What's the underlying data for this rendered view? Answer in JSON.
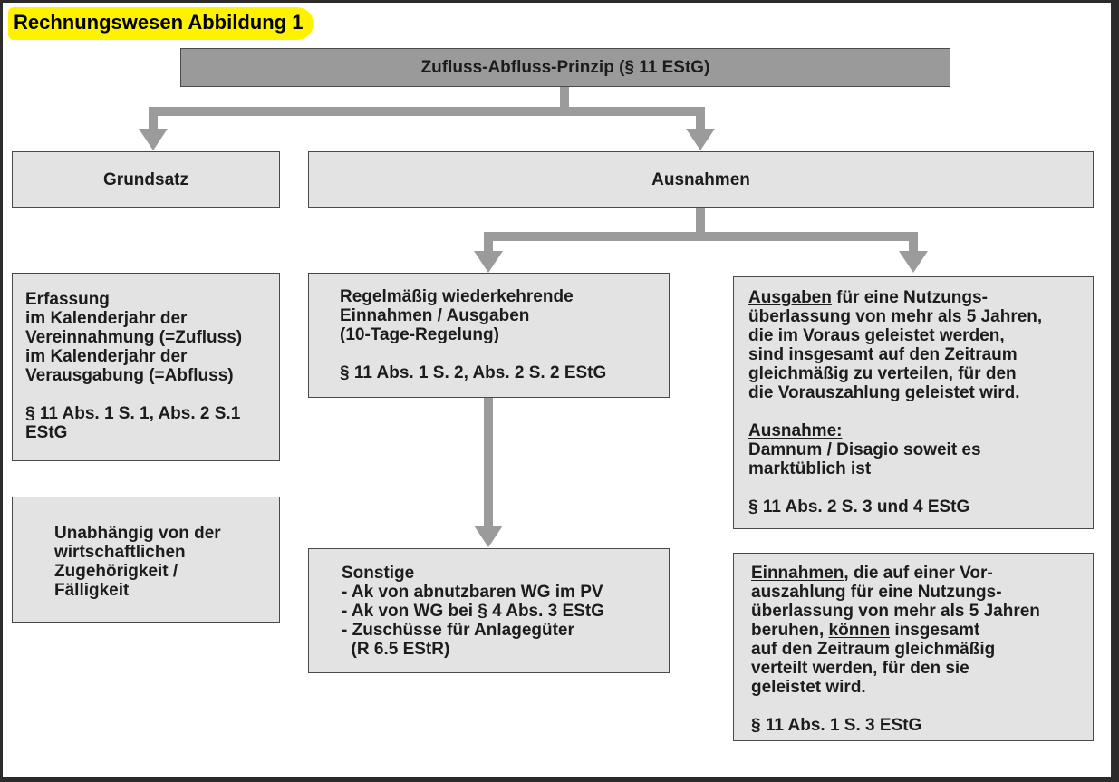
{
  "title": "Rechnungswesen Abbildung 1",
  "root": "Zufluss-Abfluss-Prinzip (§ 11 EStG)",
  "grundsatz": {
    "header": "Grundsatz",
    "erfassung": {
      "lines": [
        "Erfassung",
        "im Kalenderjahr der",
        "Vereinnahmung (=Zufluss)",
        "im Kalenderjahr der",
        "Verausgabung (=Abfluss)"
      ],
      "ref_lines": [
        "§ 11 Abs. 1 S. 1, Abs. 2 S.1",
        "EStG"
      ]
    },
    "unabhaengig": {
      "lines": [
        "Unabhängig von der",
        "wirtschaftlichen",
        "Zugehörigkeit /",
        "Fälligkeit"
      ]
    }
  },
  "ausnahmen": {
    "header": "Ausnahmen",
    "regelmaessig": {
      "lines": [
        "Regelmäßig wiederkehrende",
        "Einnahmen / Ausgaben",
        "(10-Tage-Regelung)"
      ],
      "ref": "§ 11 Abs. 1 S. 2, Abs. 2 S. 2 EStG"
    },
    "sonstige": {
      "heading": "Sonstige",
      "items": [
        "- Ak von abnutzbaren WG im PV",
        "- Ak von WG bei § 4 Abs. 3 EStG",
        "- Zuschüsse für Anlagegüter",
        "  (R 6.5 EStR)"
      ]
    },
    "ausgaben": {
      "l1_u": "Ausgaben",
      "l1_rest": " für eine Nutzungs-",
      "l2": "überlassung von mehr als 5 Jahren,",
      "l3": "die im Voraus geleistet werden,",
      "l4_u": "sind",
      "l4_rest": " insgesamt auf den Zeitraum",
      "l5": "gleichmäßig zu verteilen, für den",
      "l6": "die Vorauszahlung geleistet wird.",
      "ausnahme_label": "Ausnahme:",
      "ausnahme_l1": "Damnum / Disagio soweit es",
      "ausnahme_l2": "marktüblich ist",
      "ref": "§ 11 Abs. 2 S. 3 und 4 EStG"
    },
    "einnahmen": {
      "l1_u": "Einnahmen",
      "l1_rest": ", die auf einer Vor-",
      "l2": "auszahlung für eine Nutzungs-",
      "l3": "überlassung von mehr als 5 Jahren",
      "l4_pre": "beruhen, ",
      "l4_u": "können",
      "l4_rest": " insgesamt",
      "l5": "auf den Zeitraum gleichmäßig",
      "l6": "verteilt werden, für den sie",
      "l7": "geleistet wird.",
      "ref": "§ 11 Abs. 1 S. 3 EStG"
    }
  },
  "colors": {
    "connector": "#9b9b9b",
    "box_fill": "#e3e3e3",
    "root_fill": "#9a9a9a",
    "title_highlight": "#fff200"
  }
}
